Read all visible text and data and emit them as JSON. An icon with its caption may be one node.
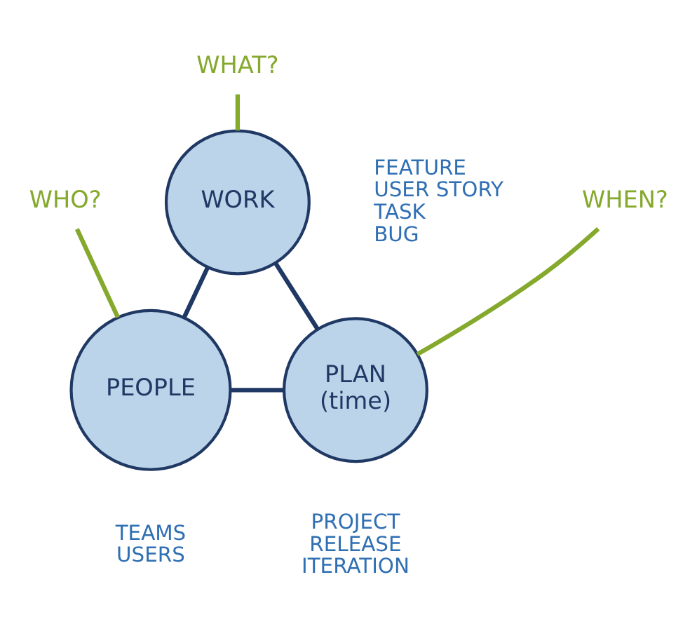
{
  "diagram": {
    "nodes": [
      {
        "text": [
          "WHAT?"
        ]
      },
      {
        "text": [
          "WORK"
        ],
        "beside": [
          "FEATURE",
          "USER STORY",
          "TASK",
          "BUG"
        ]
      },
      {
        "text": [
          "WHO?"
        ]
      },
      {
        "text": [
          "PEOPLE"
        ],
        "beside": [
          "TEAMS",
          "USERS"
        ]
      },
      {
        "text": [
          "WHEN?"
        ]
      },
      {
        "text": [
          "PLAN",
          "(time)"
        ],
        "beside": [
          "PROJECT",
          "RELEASE",
          "ITERATION"
        ]
      }
    ],
    "edges": [
      {
        "from": 0,
        "to": 1,
        "arrow": "none",
        "color": "#84a92c"
      },
      {
        "from": 1,
        "to": 3,
        "arrow": "none",
        "color": "#1f3864"
      },
      {
        "from": 1,
        "to": 5,
        "arrow": "none",
        "color": "#1f3864"
      },
      {
        "from": 3,
        "to": 5,
        "arrow": "none",
        "color": "#1f3864"
      },
      {
        "from": 2,
        "to": 3,
        "arrow": "none",
        "color": "#84a92c"
      },
      {
        "from": 4,
        "to": 5,
        "arrow": "none",
        "color": "#84a92c"
      }
    ]
  }
}
